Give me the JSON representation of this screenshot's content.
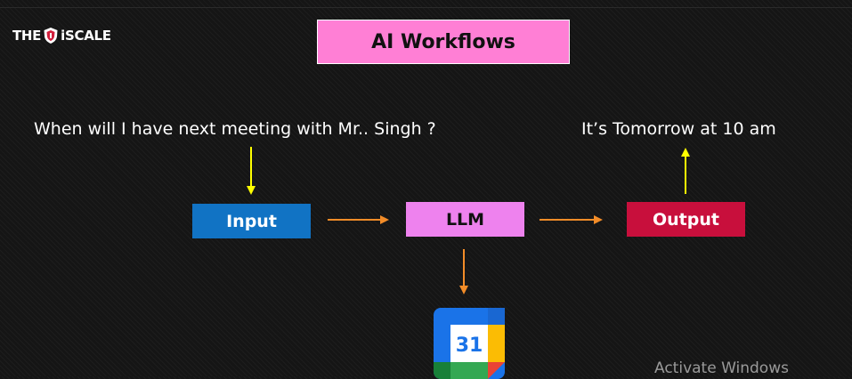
{
  "brand": {
    "logo_left": "THE",
    "logo_right": "iSCALE"
  },
  "title": "AI Workflows",
  "question": "When will I have next meeting with Mr.. Singh ?",
  "answer": "It’s Tomorrow at 10 am",
  "nodes": {
    "input": "Input",
    "llm": "LLM",
    "output": "Output"
  },
  "tool": {
    "icon": "google-calendar-icon",
    "day": "31"
  },
  "watermark": "Activate Windows",
  "colors": {
    "title_bg": "#ff7fd5",
    "input": "#1173c4",
    "llm": "#ee82ee",
    "output": "#c80f3c",
    "flow_arrow": "#f28c28",
    "text_arrow": "#ffff00"
  }
}
